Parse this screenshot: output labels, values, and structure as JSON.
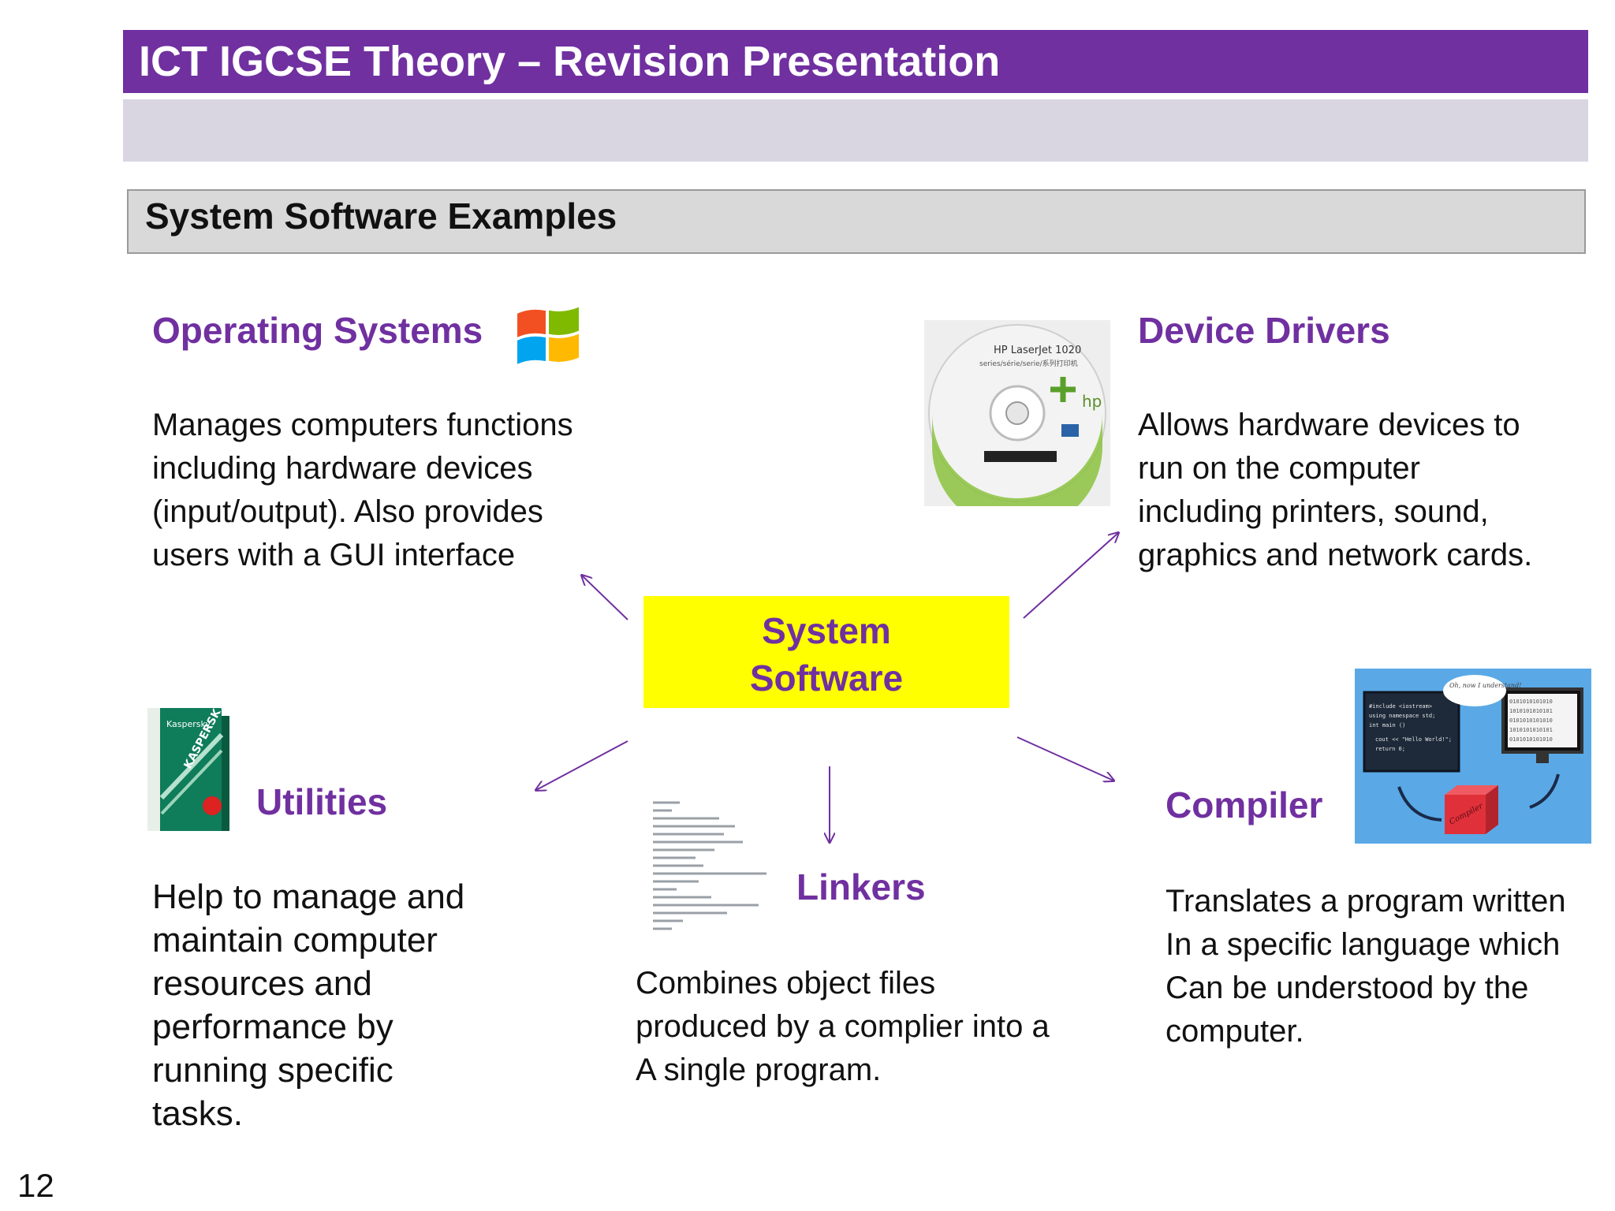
{
  "slide": {
    "header_title": "ICT IGCSE Theory – Revision Presentation",
    "section_title": "System Software Examples",
    "center_label_line1": "System",
    "center_label_line2": "Software",
    "page_number": "12"
  },
  "colors": {
    "header": "#7030a0",
    "heading_text": "#7030a0",
    "center_box": "#ffff00",
    "band": "#d9d6e2"
  },
  "operating_systems": {
    "heading": "Operating Systems",
    "lines": [
      "Manages computers functions",
      "including hardware devices",
      "(input/output).  Also provides",
      "users with a GUI interface"
    ],
    "icon": "windows-logo-icon"
  },
  "device_drivers": {
    "heading": "Device Drivers",
    "lines": [
      "Allows hardware devices to",
      "run on the computer",
      "including printers, sound,",
      "graphics and network cards."
    ],
    "image_text": [
      "HP LaserJet 1020",
      "series/série/serie/系列打印机",
      "hp"
    ],
    "icon": "driver-cd-image"
  },
  "utilities": {
    "heading": "Utilities",
    "lines": [
      "Help to manage and",
      "maintain computer",
      "resources and",
      "performance by",
      "running specific",
      "tasks."
    ],
    "image_text": [
      "Kaspersky",
      "KASPERSKY"
    ],
    "icon": "kaspersky-box-image"
  },
  "linkers": {
    "heading": "Linkers",
    "lines": [
      "Combines object files",
      "produced by a complier into a",
      "A single program."
    ],
    "icon": "code-listing-image"
  },
  "compiler": {
    "heading": "Compiler",
    "lines": [
      "Translates a program written",
      "In a specific language which",
      "Can be understood by the",
      "computer."
    ],
    "image_text": [
      "Oh, now I understand!",
      "#include <iostream>",
      "using namespace std;",
      "int main ()",
      "cout << \"Hello World!\";",
      "return 0;",
      "Compiler"
    ],
    "icon": "compiler-illustration-image"
  }
}
